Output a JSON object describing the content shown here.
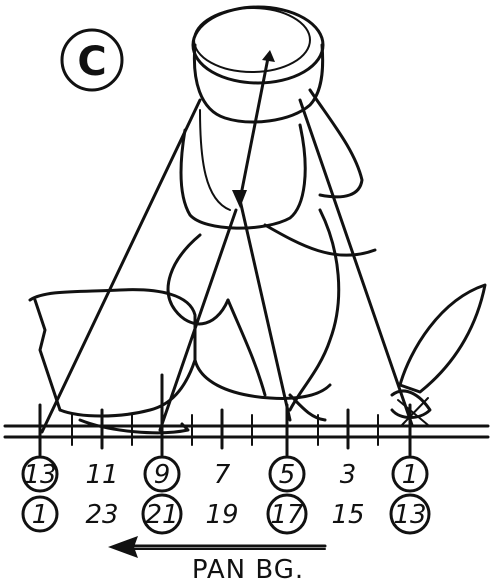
{
  "panel_label": "C",
  "frames_top": [
    {
      "label": "13",
      "circled": true
    },
    {
      "label": "11",
      "circled": false
    },
    {
      "label": "9",
      "circled": true
    },
    {
      "label": "7",
      "circled": false
    },
    {
      "label": "5",
      "circled": true
    },
    {
      "label": "3",
      "circled": false
    },
    {
      "label": "1",
      "circled": true
    }
  ],
  "frames_bottom": [
    {
      "label": "1",
      "circled": true
    },
    {
      "label": "23",
      "circled": false
    },
    {
      "label": "21",
      "circled": true
    },
    {
      "label": "19",
      "circled": false
    },
    {
      "label": "17",
      "circled": true
    },
    {
      "label": "15",
      "circled": false
    },
    {
      "label": "13",
      "circled": true
    }
  ],
  "caption": "PAN BG."
}
